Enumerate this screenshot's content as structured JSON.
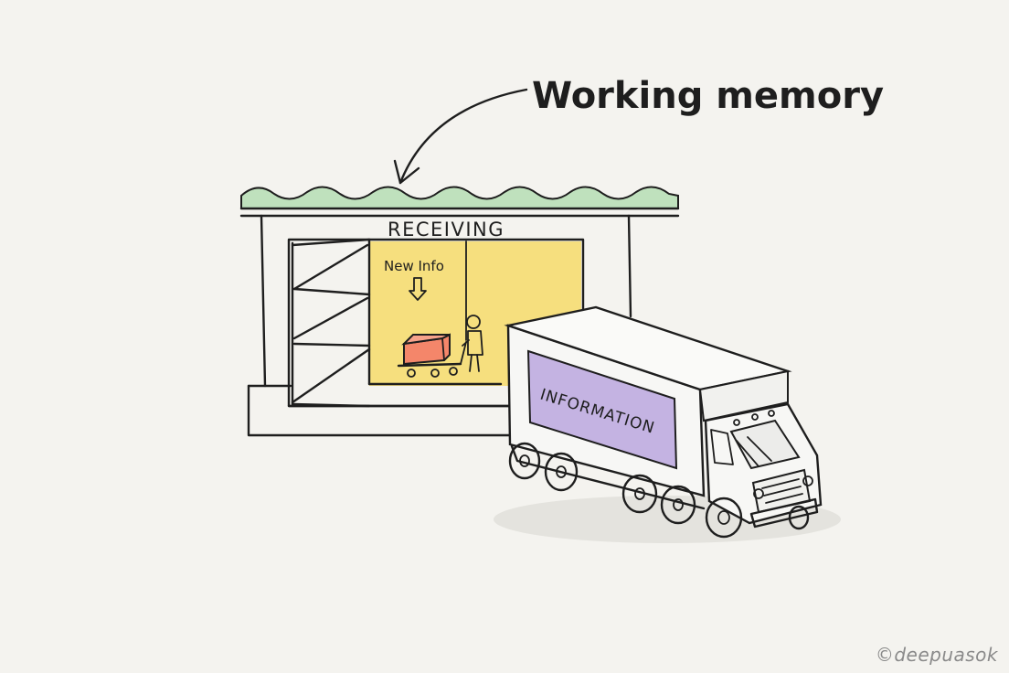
{
  "labels": {
    "headline": "Working memory",
    "dock_sign": "RECEIVING",
    "new_info": "New Info",
    "truck_panel": "INFORMATION"
  },
  "credit": "©deepuasok",
  "colors": {
    "background": "#f4f3ef",
    "roof": "#bfe1bd",
    "dock_interior": "#f6df7e",
    "box": "#f4866a",
    "truck_panel": "#c4b3e2",
    "ink": "#1e1e1e"
  }
}
